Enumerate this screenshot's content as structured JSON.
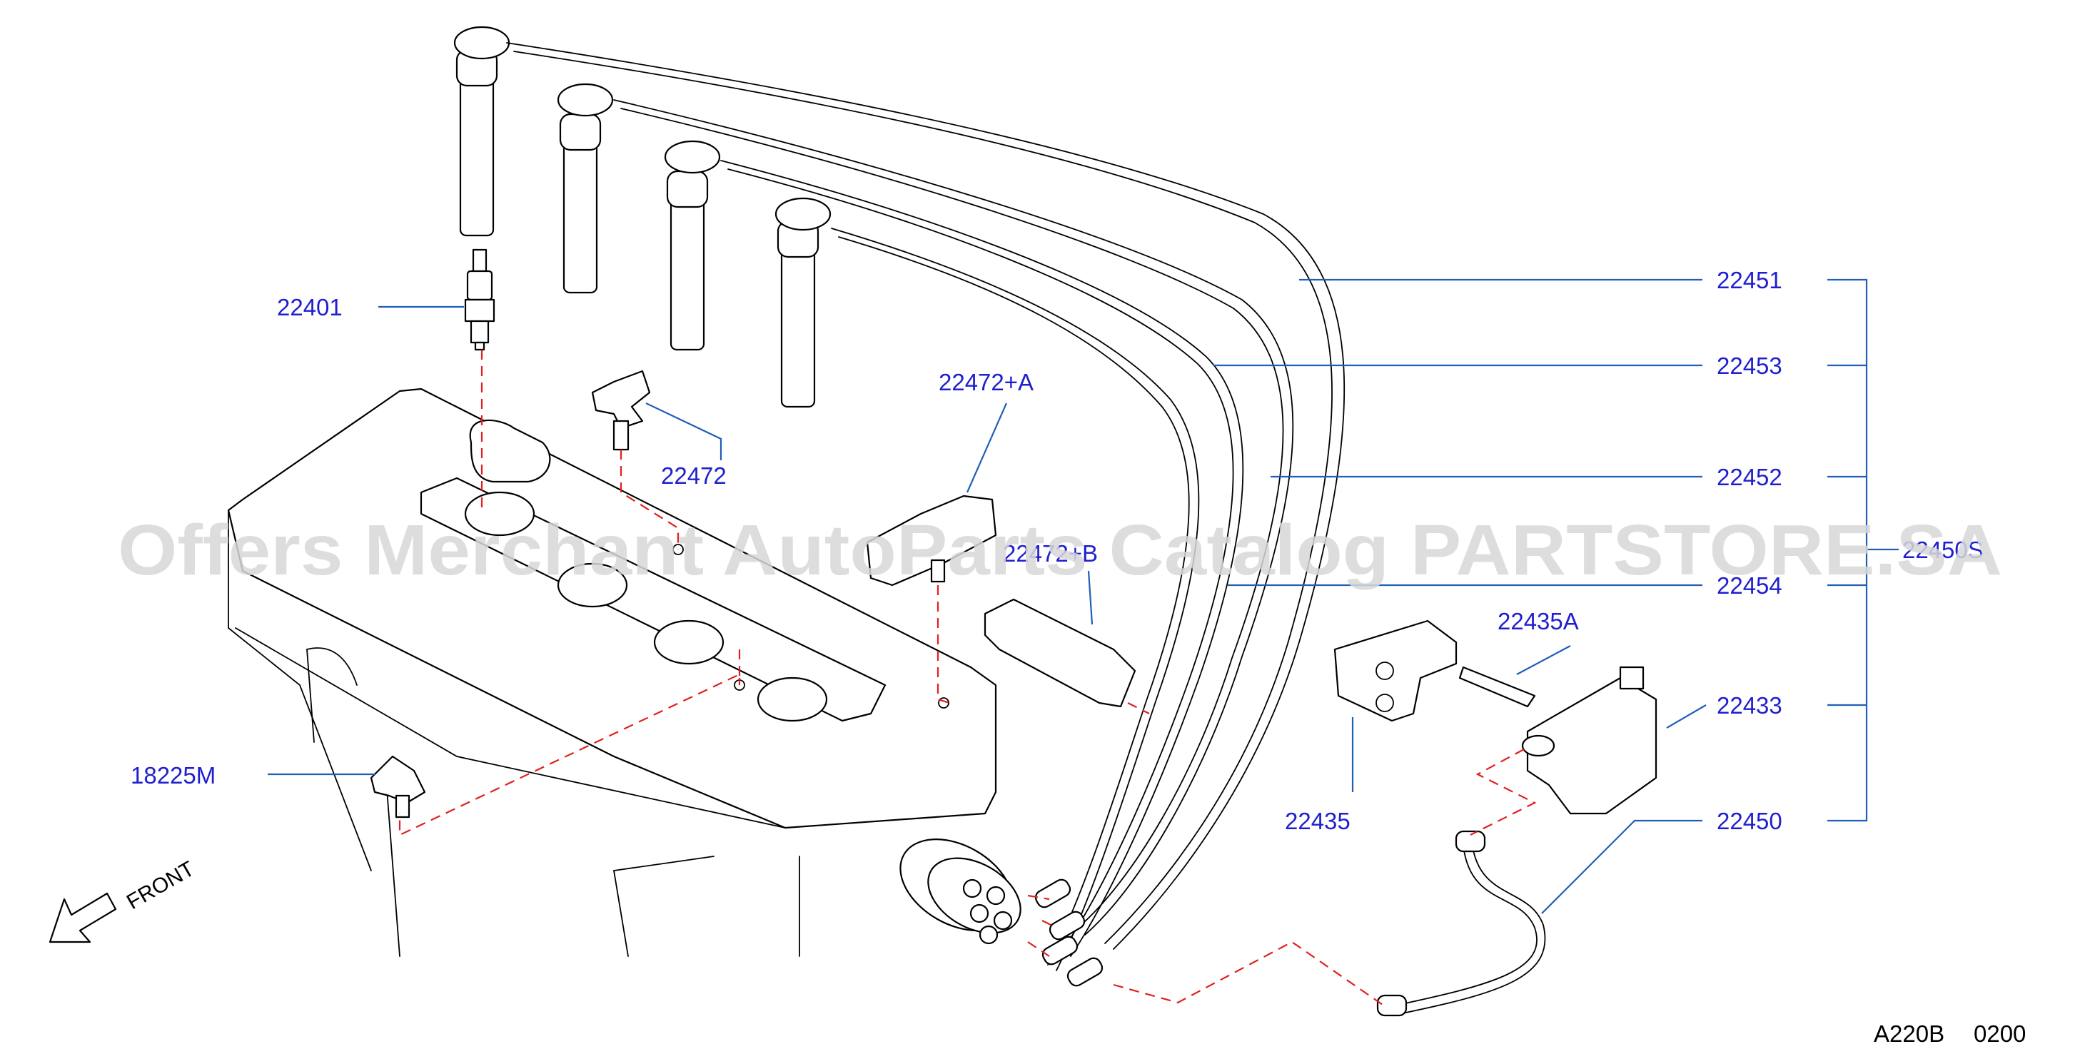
{
  "labels": {
    "p22401": "22401",
    "p22472": "22472",
    "p22472A": "22472+A",
    "p22472B": "22472+B",
    "p18225M": "18225M",
    "p22451": "22451",
    "p22453": "22453",
    "p22452": "22452",
    "p22454": "22454",
    "p22435A": "22435A",
    "p22433": "22433",
    "p22435": "22435",
    "p22450": "22450",
    "p224505": "22450S"
  },
  "front_label": "FRONT",
  "diagram_code": "A220B",
  "diagram_rev": "0200",
  "watermark": "Offers Merchant AutoParts Catalog PARTSTORE.SA",
  "colors": {
    "label": "#1f1fcf",
    "leader": "#1f5fb8",
    "dashed_guide": "#e02020",
    "watermark": "#d8d8d8"
  }
}
